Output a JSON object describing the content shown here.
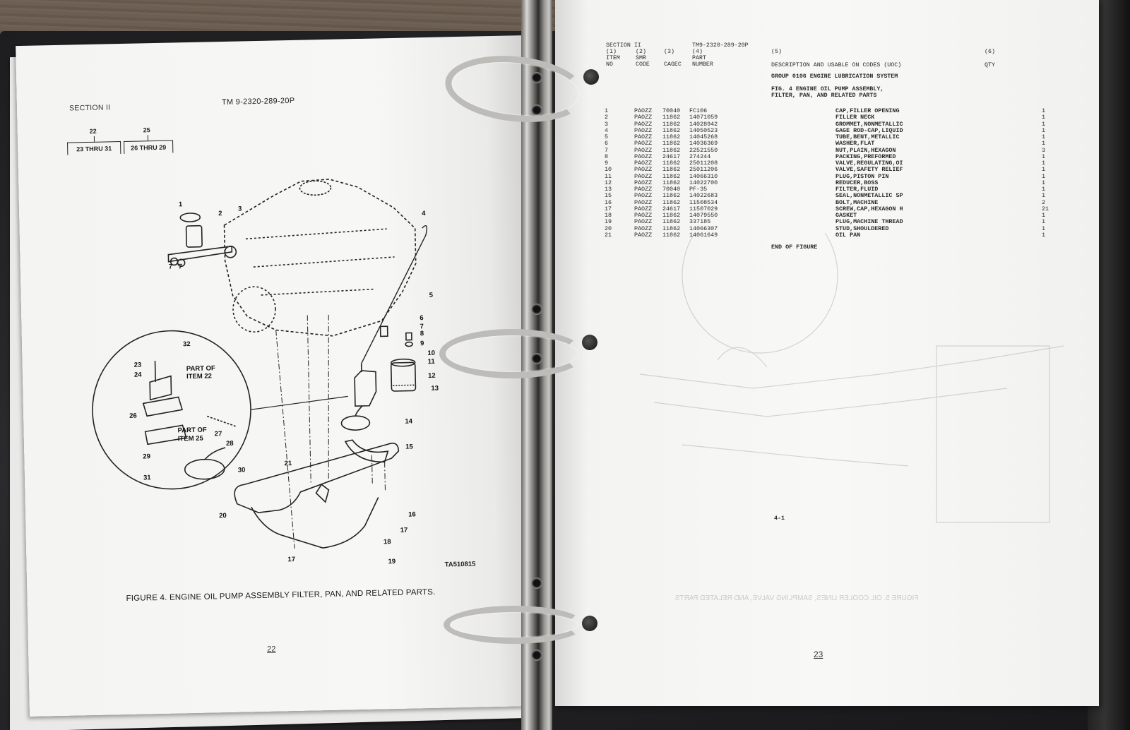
{
  "left_page": {
    "section": "SECTION II",
    "tm_number": "TM  9-2320-289-20P",
    "callouts": [
      {
        "num": "22",
        "range": "23 THRU 31"
      },
      {
        "num": "25",
        "range": "26 THRU 29"
      }
    ],
    "detail_labels": {
      "part_of_22_line1": "PART OF",
      "part_of_22_line2": "ITEM  22",
      "part_of_25_line1": "PART OF",
      "part_of_25_line2": "ITEM 25"
    },
    "item_callouts": [
      "1",
      "2",
      "3",
      "4",
      "5",
      "6",
      "7",
      "7",
      "7",
      "8",
      "9",
      "10",
      "11",
      "12",
      "13",
      "14",
      "15",
      "16",
      "17",
      "17",
      "18",
      "19",
      "20",
      "21",
      "23",
      "24",
      "26",
      "27",
      "28",
      "29",
      "30",
      "31",
      "32"
    ],
    "figure_id": "TA510815",
    "caption": "FIGURE 4. ENGINE OIL PUMP ASSEMBLY FILTER, PAN, AND RELATED PARTS.",
    "page_number": "22"
  },
  "right_page": {
    "header": {
      "section": "SECTION II",
      "tm_number": "TM9-2320-289-20P",
      "col1": "(1)\nITEM\nNO",
      "col2": "(2)\nSMR\nCODE",
      "col3": "(3)\n\nCAGEC",
      "col4": "(4)\nPART\nNUMBER",
      "col5_num": "(5)",
      "col5_label": "DESCRIPTION AND USABLE ON CODES (UOC)",
      "col6_num": "(6)",
      "col6_label": "QTY"
    },
    "group_title": "GROUP 0106 ENGINE LUBRICATION SYSTEM",
    "figure_title_line1": "FIG. 4 ENGINE OIL PUMP ASSEMBLY,",
    "figure_title_line2": "FILTER, PAN, AND RELATED PARTS",
    "parts": [
      {
        "item": "1",
        "smr": "PAOZZ",
        "cagec": "70040",
        "part": "FC106",
        "desc": "CAP,FILLER OPENING",
        "qty": "1"
      },
      {
        "item": "2",
        "smr": "PAOZZ",
        "cagec": "11862",
        "part": "14071059",
        "desc": "FILLER NECK",
        "qty": "1"
      },
      {
        "item": "3",
        "smr": "PAOZZ",
        "cagec": "11862",
        "part": "14028942",
        "desc": "GROMMET,NONMETALLIC",
        "qty": "1"
      },
      {
        "item": "4",
        "smr": "PAOZZ",
        "cagec": "11862",
        "part": "14050523",
        "desc": "GAGE ROD-CAP,LIQUID",
        "qty": "1"
      },
      {
        "item": "5",
        "smr": "PAOZZ",
        "cagec": "11862",
        "part": "14045268",
        "desc": "TUBE,BENT,METALLIC",
        "qty": "1"
      },
      {
        "item": "6",
        "smr": "PAOZZ",
        "cagec": "11862",
        "part": "14036369",
        "desc": "WASHER,FLAT",
        "qty": "1"
      },
      {
        "item": "7",
        "smr": "PAOZZ",
        "cagec": "11862",
        "part": "22521550",
        "desc": "NUT,PLAIN,HEXAGON",
        "qty": "3"
      },
      {
        "item": "8",
        "smr": "PAOZZ",
        "cagec": "24617",
        "part": "274244",
        "desc": "PACKING,PREFORMED",
        "qty": "1"
      },
      {
        "item": "9",
        "smr": "PAOZZ",
        "cagec": "11862",
        "part": "25011208",
        "desc": "VALVE,REGULATING,OI",
        "qty": "1"
      },
      {
        "item": "10",
        "smr": "PAOZZ",
        "cagec": "11862",
        "part": "25011206",
        "desc": "VALVE,SAFETY RELIEF",
        "qty": "1"
      },
      {
        "item": "11",
        "smr": "PAOZZ",
        "cagec": "11862",
        "part": "14066310",
        "desc": "PLUG,PISTON PIN",
        "qty": "1"
      },
      {
        "item": "12",
        "smr": "PAOZZ",
        "cagec": "11862",
        "part": "14022700",
        "desc": "REDUCER,BOSS",
        "qty": "1"
      },
      {
        "item": "13",
        "smr": "PAOZZ",
        "cagec": "70040",
        "part": "PF-35",
        "desc": "FILTER,FLUID",
        "qty": "1"
      },
      {
        "item": "15",
        "smr": "PAOZZ",
        "cagec": "11862",
        "part": "14022683",
        "desc": "SEAL,NONMETALLIC SP",
        "qty": "1"
      },
      {
        "item": "16",
        "smr": "PAOZZ",
        "cagec": "11862",
        "part": "11508534",
        "desc": "BOLT,MACHINE",
        "qty": "2"
      },
      {
        "item": "17",
        "smr": "PAOZZ",
        "cagec": "24617",
        "part": "11507029",
        "desc": "SCREW,CAP,HEXAGON H",
        "qty": "21"
      },
      {
        "item": "18",
        "smr": "PAOZZ",
        "cagec": "11862",
        "part": "14079550",
        "desc": "GASKET",
        "qty": "1"
      },
      {
        "item": "19",
        "smr": "PAOZZ",
        "cagec": "11862",
        "part": "337185",
        "desc": "PLUG,MACHINE THREAD",
        "qty": "1"
      },
      {
        "item": "20",
        "smr": "PAOZZ",
        "cagec": "11862",
        "part": "14066307",
        "desc": "STUD,SHOULDERED",
        "qty": "1"
      },
      {
        "item": "21",
        "smr": "PAOZZ",
        "cagec": "11862",
        "part": "14061649",
        "desc": "OIL PAN",
        "qty": "1"
      }
    ],
    "end_text": "END OF FIGURE",
    "page_ref": "4-1",
    "page_number": "23",
    "bleed_through_caption": "FIGURE 5. OIL COOLER LINES, SAMPLING VALVE, AND RELATED PARTS"
  }
}
